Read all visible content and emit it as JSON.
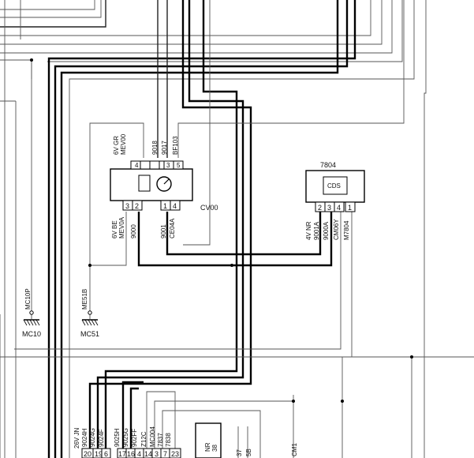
{
  "cv00": {
    "ref": "CV00",
    "top_pin_labels": [
      "4",
      "",
      "",
      "3",
      "5"
    ],
    "bottom_pin_labels": [
      "3",
      "2",
      "1",
      "4"
    ],
    "top_wire_labels": [
      "6V GR",
      "MEV00",
      "9018",
      "9017",
      "BF103"
    ],
    "bottom_wire_labels": [
      "6V BE",
      "MEV0A",
      "9000",
      "9001",
      "CE04A"
    ]
  },
  "c7804": {
    "ref": "7804",
    "inner_label": "CDS",
    "pin_labels": [
      "2",
      "3",
      "4",
      "1"
    ],
    "wire_labels": [
      "4V NR",
      "9001A",
      "9000A",
      "CM06Y",
      "M7804"
    ]
  },
  "grounds": [
    {
      "wire": "MC10P",
      "name": "MC10"
    },
    {
      "wire": "ME51B",
      "name": "MC51"
    }
  ],
  "bottom_connector": {
    "header": "26V JN",
    "pins": [
      "20",
      "19",
      "6",
      "17",
      "16",
      "4",
      "14",
      "3",
      "7",
      "23"
    ],
    "wires": [
      "9024H",
      "9024G",
      "9024F",
      "9025H",
      "9025G",
      "902FF",
      "Z12C",
      "MC004",
      "7837",
      "7838"
    ]
  },
  "bottom_box": {
    "lines": [
      "NR",
      "38"
    ]
  },
  "bottom_misc": [
    "37",
    "5B",
    "CM1"
  ]
}
